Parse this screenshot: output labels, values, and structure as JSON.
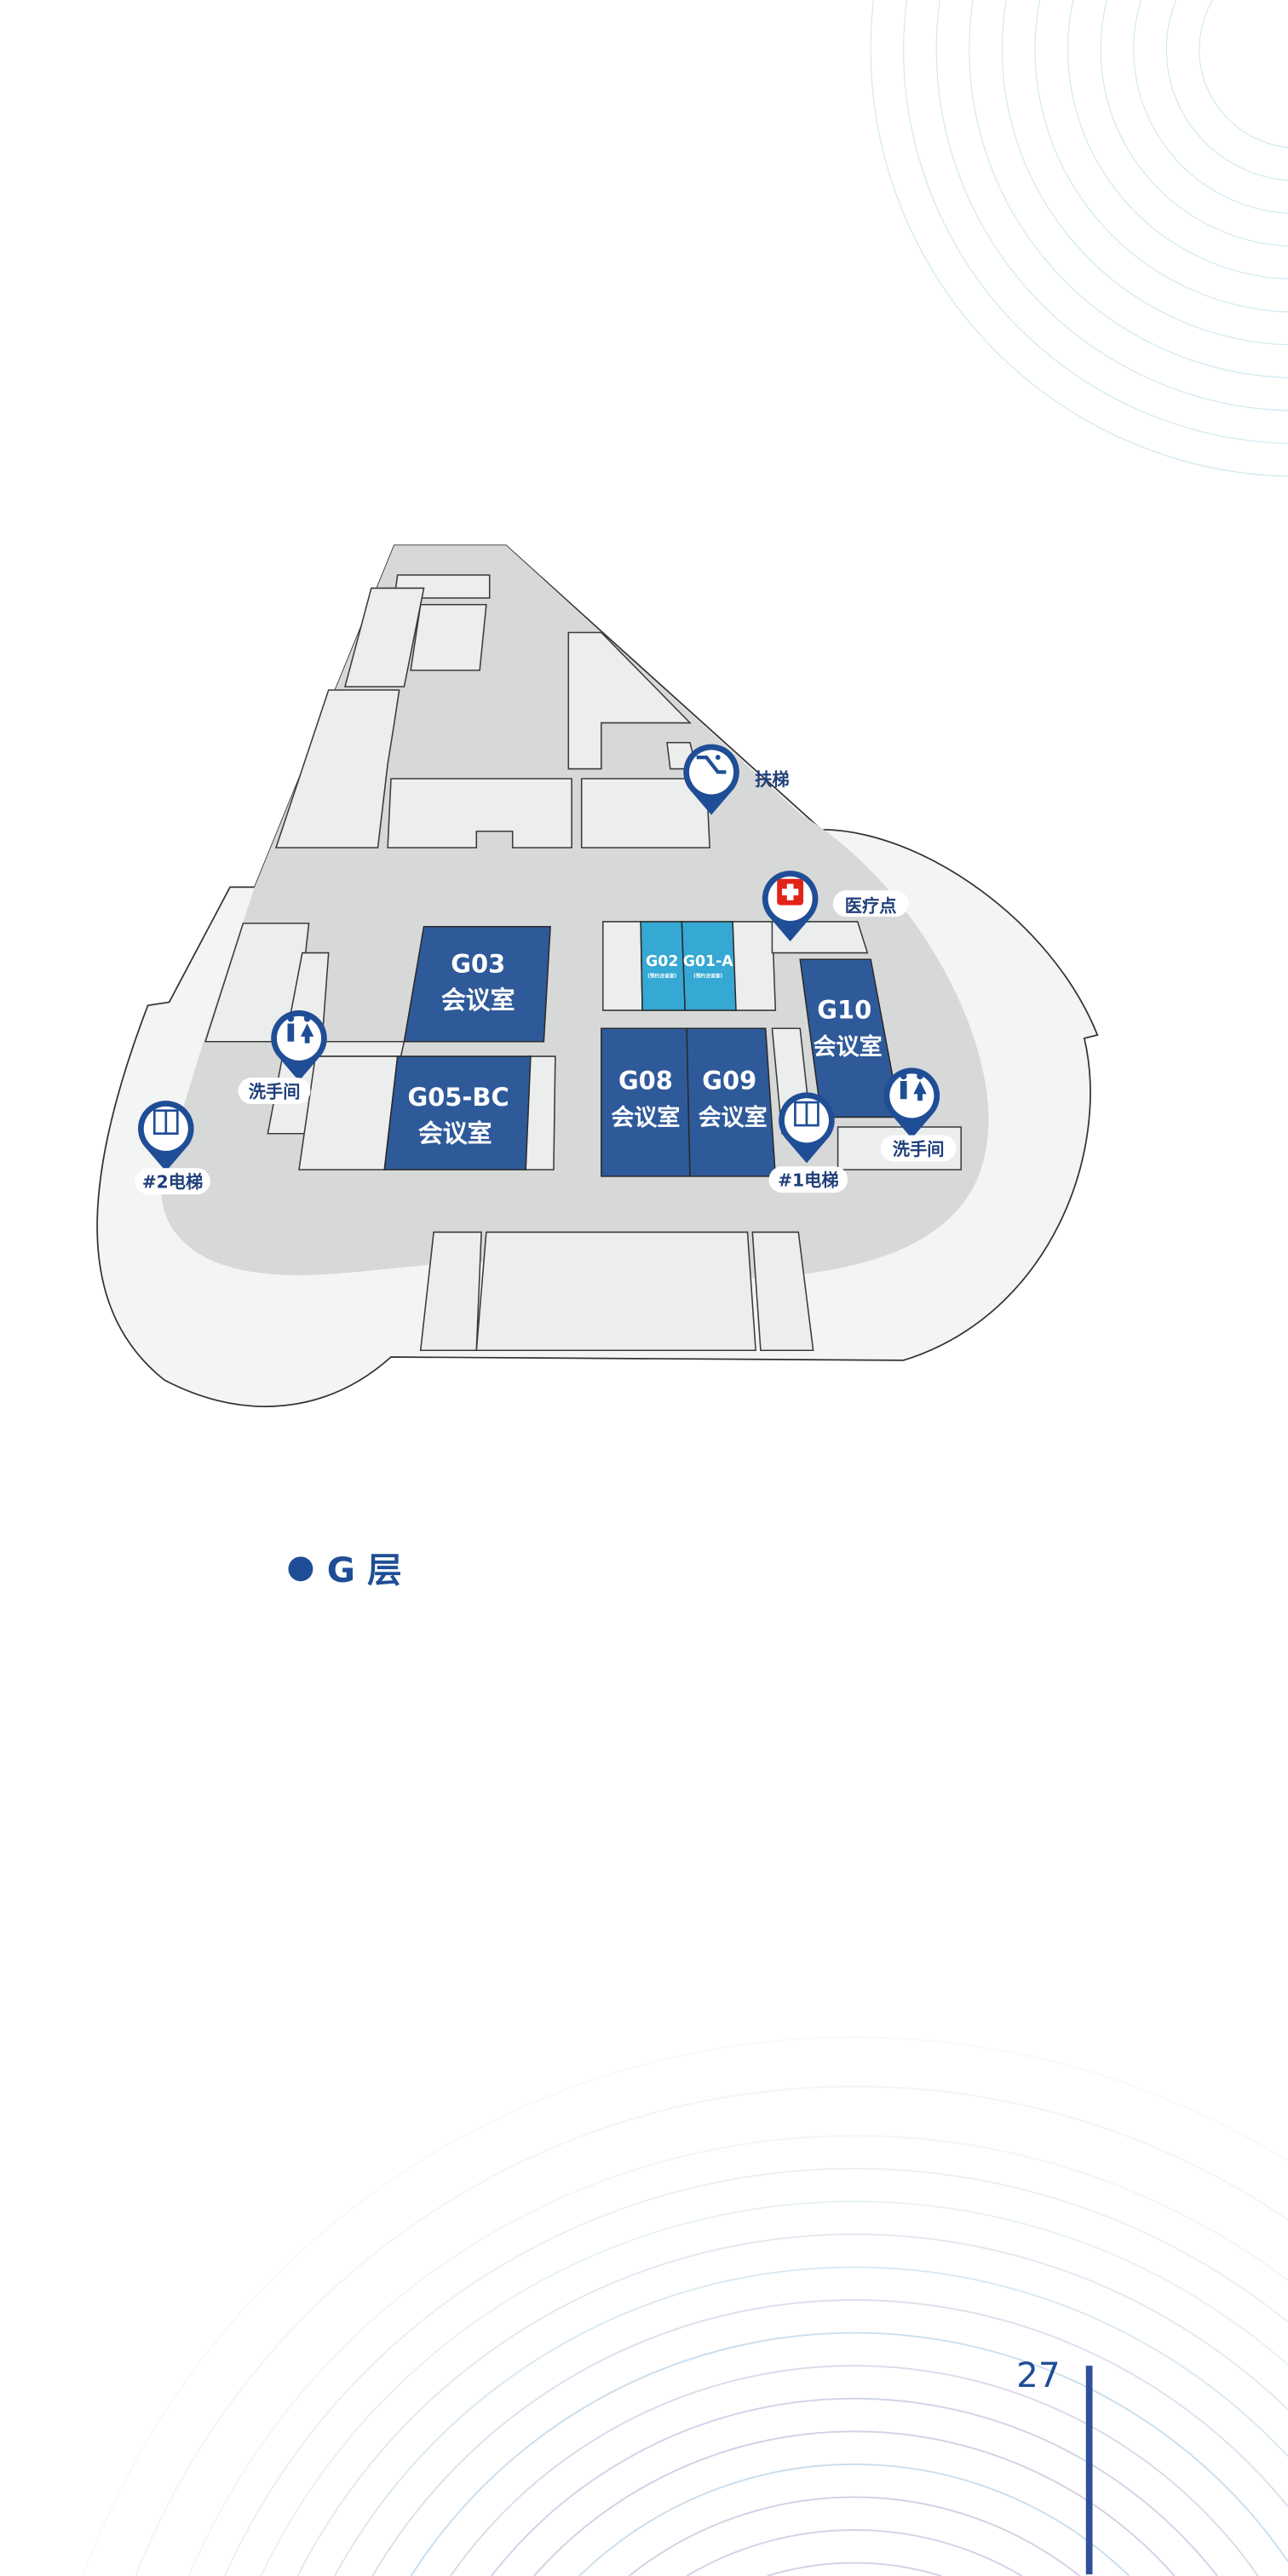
{
  "floor": {
    "label": "G 层",
    "color": "#1f4e96"
  },
  "page_number": "27",
  "colors": {
    "room_blue": "#2f5a9a",
    "room_cyan": "#35a8d4",
    "floor_gray": "#d7d8d8",
    "room_light": "#eceded"
  },
  "rooms": {
    "g03": {
      "code": "G03",
      "name": "会议室"
    },
    "g05": {
      "code": "G05-BC",
      "name": "会议室"
    },
    "g08": {
      "code": "G08",
      "name": "会议室"
    },
    "g09": {
      "code": "G09",
      "name": "会议室"
    },
    "g10": {
      "code": "G10",
      "name": "会议室"
    },
    "g02": {
      "code": "G02",
      "name": "(预约洽谈室)"
    },
    "g01a": {
      "code": "G01-A",
      "name": "(预约洽谈室)"
    }
  },
  "pins": {
    "escalator": {
      "label": "扶梯",
      "icon": "escalator-icon"
    },
    "medical": {
      "label": "医疗点",
      "icon": "medical-cross-icon"
    },
    "restroom_west": {
      "label": "洗手间",
      "icon": "restroom-icon"
    },
    "restroom_east": {
      "label": "洗手间",
      "icon": "restroom-icon"
    },
    "elevator_2": {
      "label": "#2电梯",
      "icon": "elevator-icon"
    },
    "elevator_1": {
      "label": "#1电梯",
      "icon": "elevator-icon"
    }
  }
}
